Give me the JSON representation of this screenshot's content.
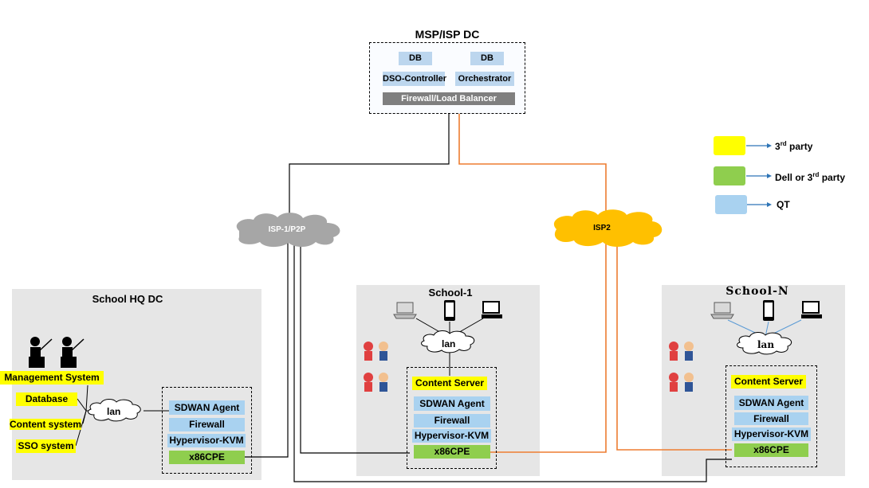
{
  "msp": {
    "title": "MSP/ISP DC",
    "db1": "DB",
    "db2": "DB",
    "controller": "DSO-Controller",
    "orchestrator": "Orchestrator",
    "firewall_lb": "Firewall/Load Balancer"
  },
  "clouds": {
    "isp1": "ISP-1/P2P",
    "isp2": "ISP2",
    "lan_hq": "lan",
    "lan_school1": "lan",
    "lan_schooln": "lan"
  },
  "legend": {
    "third_party": {
      "label_main": "3",
      "label_sup": "rd",
      "label_rest": " party",
      "color": "#ffff00"
    },
    "dell": {
      "label_main": "Dell or 3",
      "label_sup": "rd",
      "label_rest": " party",
      "color": "#8fce4e"
    },
    "qt": {
      "label": "QT",
      "color": "#a9d2f0"
    }
  },
  "hq": {
    "title": "School HQ DC",
    "mgmt": "Management System",
    "database": "Database",
    "content": "Content system",
    "sso": "SSO system",
    "sdwan": "SDWAN Agent",
    "firewall": "Firewall",
    "hypervisor": "Hypervisor-KVM",
    "cpe": "x86CPE"
  },
  "school1": {
    "title": "School-1",
    "content_server": "Content Server",
    "sdwan": "SDWAN Agent",
    "firewall": "Firewall",
    "hypervisor": "Hypervisor-KVM",
    "cpe": "x86CPE"
  },
  "schooln": {
    "title": "School-N",
    "content_server": "Content Server",
    "sdwan": "SDWAN Agent",
    "firewall": "Firewall",
    "hypervisor": "Hypervisor-KVM",
    "cpe": "x86CPE"
  },
  "colors": {
    "wan_black": "#000000",
    "wan_orange": "#ed7d31",
    "lan_blue": "#5b9bd5"
  }
}
